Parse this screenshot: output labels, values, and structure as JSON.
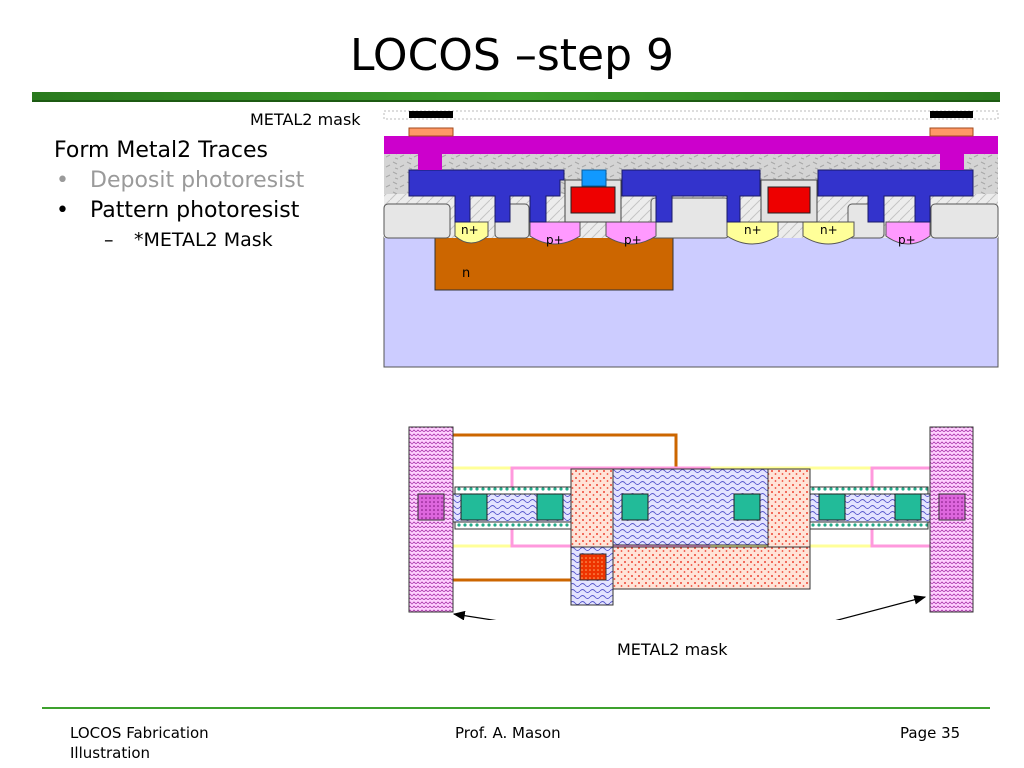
{
  "title": "LOCOS –step 9",
  "bullets": {
    "heading": "Form Metal2 Traces",
    "item1": "Deposit photoresist",
    "item2": "Pattern photoresist",
    "sub1": "*METAL2 Mask"
  },
  "labels": {
    "mask_top": "METAL2 mask",
    "mask_bottom": "METAL2 mask",
    "nplus": "n+",
    "pplus": "p+",
    "nwell": "n"
  },
  "colors": {
    "substrate": "#ccccff",
    "nwell": "#cc6600",
    "metal1": "#3333cc",
    "metal2": "#cc00cc",
    "poly": "#ee0000",
    "mask_chrome": "#000000",
    "resist": "#ff9966",
    "accent_bar": "#3ea12e",
    "nplus": "#ffff99",
    "pplus": "#ff99ff",
    "via1": "#1199ff"
  },
  "footer": {
    "left": "LOCOS Fabrication Illustration",
    "center": "Prof. A. Mason",
    "right": "Page 35"
  }
}
